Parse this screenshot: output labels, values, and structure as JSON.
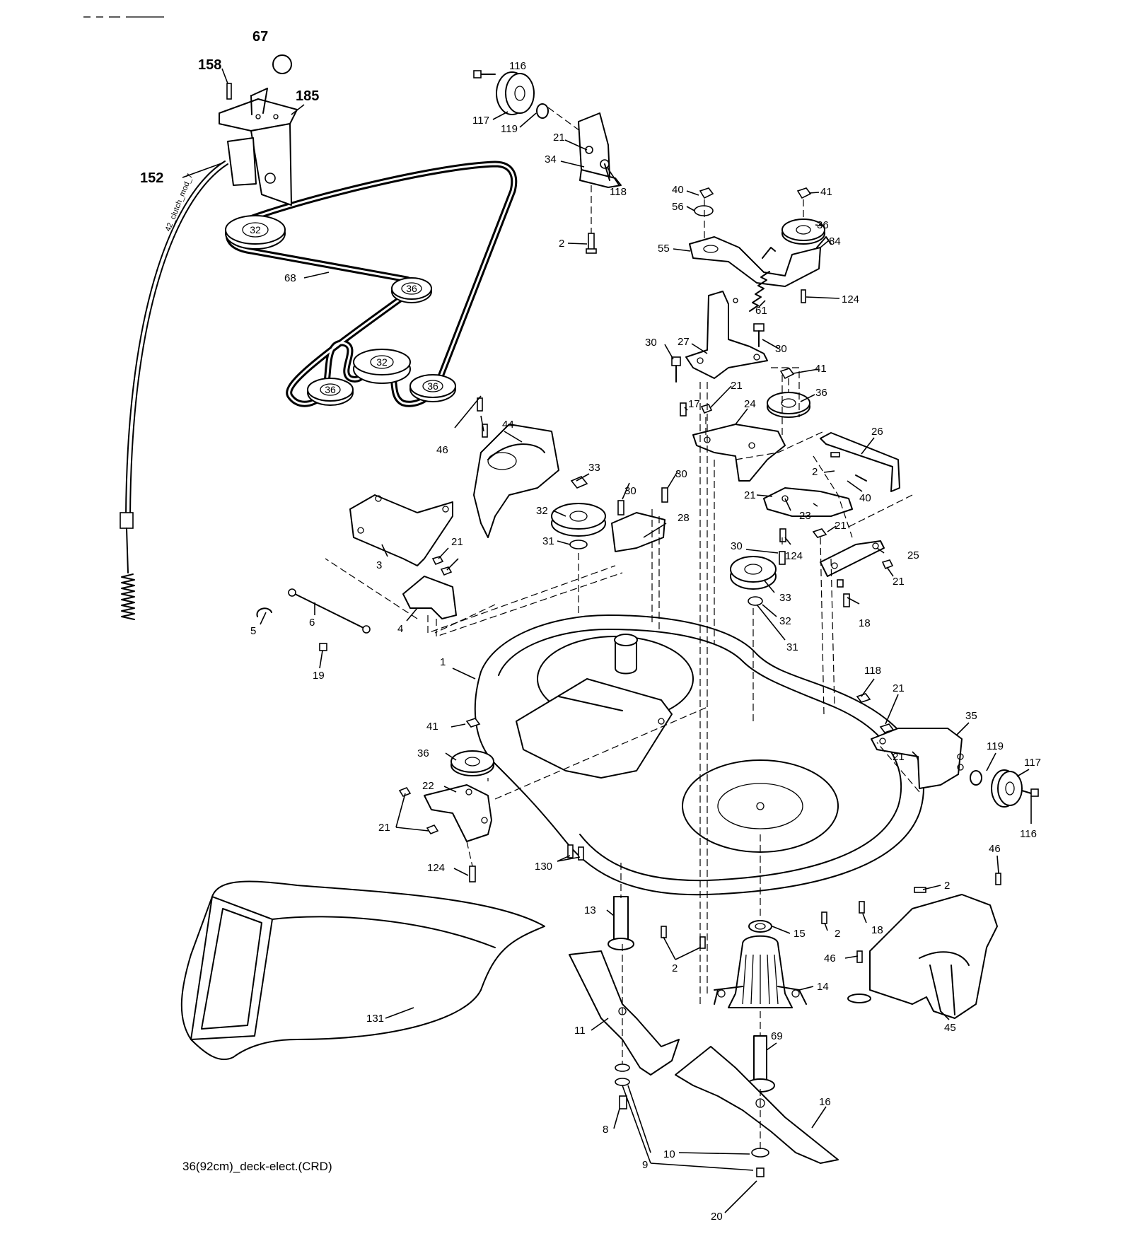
{
  "caption": "36(92cm)_deck-elect.(CRD)",
  "cable_text": "42_clutch_mod_7",
  "pulley_labels": [
    "32",
    "36",
    "32",
    "36",
    "36"
  ],
  "callouts": [
    {
      "id": "67",
      "label": "67",
      "big": true
    },
    {
      "id": "158",
      "label": "158",
      "big": true
    },
    {
      "id": "185",
      "label": "185",
      "big": true
    },
    {
      "id": "152",
      "label": "152",
      "big": true
    },
    {
      "id": "68",
      "label": "68"
    },
    {
      "id": "116a",
      "label": "116"
    },
    {
      "id": "117a",
      "label": "117"
    },
    {
      "id": "119a",
      "label": "119"
    },
    {
      "id": "21a",
      "label": "21"
    },
    {
      "id": "34",
      "label": "34"
    },
    {
      "id": "118a",
      "label": "118"
    },
    {
      "id": "2a",
      "label": "2"
    },
    {
      "id": "40a",
      "label": "40"
    },
    {
      "id": "56",
      "label": "56"
    },
    {
      "id": "41a",
      "label": "41"
    },
    {
      "id": "36a",
      "label": "36"
    },
    {
      "id": "84",
      "label": "84"
    },
    {
      "id": "55",
      "label": "55"
    },
    {
      "id": "124a",
      "label": "124"
    },
    {
      "id": "61",
      "label": "61"
    },
    {
      "id": "30a",
      "label": "30"
    },
    {
      "id": "27",
      "label": "27"
    },
    {
      "id": "30b",
      "label": "30"
    },
    {
      "id": "41b",
      "label": "41"
    },
    {
      "id": "36b",
      "label": "36"
    },
    {
      "id": "21b",
      "label": "21"
    },
    {
      "id": "17",
      "label": "17"
    },
    {
      "id": "24",
      "label": "24"
    },
    {
      "id": "26",
      "label": "26"
    },
    {
      "id": "2b",
      "label": "2"
    },
    {
      "id": "40b",
      "label": "40"
    },
    {
      "id": "21c",
      "label": "21"
    },
    {
      "id": "23",
      "label": "23"
    },
    {
      "id": "21d",
      "label": "21"
    },
    {
      "id": "124b",
      "label": "124"
    },
    {
      "id": "25",
      "label": "25"
    },
    {
      "id": "21e",
      "label": "21"
    },
    {
      "id": "18a",
      "label": "18"
    },
    {
      "id": "46a",
      "label": "46"
    },
    {
      "id": "44",
      "label": "44"
    },
    {
      "id": "33a",
      "label": "33"
    },
    {
      "id": "30c",
      "label": "30"
    },
    {
      "id": "30d",
      "label": "30"
    },
    {
      "id": "32a",
      "label": "32"
    },
    {
      "id": "28",
      "label": "28"
    },
    {
      "id": "31a",
      "label": "31"
    },
    {
      "id": "30e",
      "label": "30"
    },
    {
      "id": "33b",
      "label": "33"
    },
    {
      "id": "32b",
      "label": "32"
    },
    {
      "id": "31b",
      "label": "31"
    },
    {
      "id": "3",
      "label": "3"
    },
    {
      "id": "21f",
      "label": "21"
    },
    {
      "id": "5",
      "label": "5"
    },
    {
      "id": "6",
      "label": "6"
    },
    {
      "id": "4",
      "label": "4"
    },
    {
      "id": "19",
      "label": "19"
    },
    {
      "id": "1",
      "label": "1"
    },
    {
      "id": "118b",
      "label": "118"
    },
    {
      "id": "21g",
      "label": "21"
    },
    {
      "id": "35",
      "label": "35"
    },
    {
      "id": "21h",
      "label": "21"
    },
    {
      "id": "119b",
      "label": "119"
    },
    {
      "id": "117b",
      "label": "117"
    },
    {
      "id": "116b",
      "label": "116"
    },
    {
      "id": "41c",
      "label": "41"
    },
    {
      "id": "36c",
      "label": "36"
    },
    {
      "id": "22",
      "label": "22"
    },
    {
      "id": "21i",
      "label": "21"
    },
    {
      "id": "124c",
      "label": "124"
    },
    {
      "id": "130",
      "label": "130"
    },
    {
      "id": "46b",
      "label": "46"
    },
    {
      "id": "2c",
      "label": "2"
    },
    {
      "id": "13",
      "label": "13"
    },
    {
      "id": "15",
      "label": "15"
    },
    {
      "id": "2d",
      "label": "2"
    },
    {
      "id": "18b",
      "label": "18"
    },
    {
      "id": "2e",
      "label": "2"
    },
    {
      "id": "46c",
      "label": "46"
    },
    {
      "id": "14",
      "label": "14"
    },
    {
      "id": "45",
      "label": "45"
    },
    {
      "id": "131",
      "label": "131"
    },
    {
      "id": "11",
      "label": "11"
    },
    {
      "id": "69",
      "label": "69"
    },
    {
      "id": "16",
      "label": "16"
    },
    {
      "id": "8",
      "label": "8"
    },
    {
      "id": "10",
      "label": "10"
    },
    {
      "id": "9",
      "label": "9"
    },
    {
      "id": "20",
      "label": "20"
    }
  ]
}
